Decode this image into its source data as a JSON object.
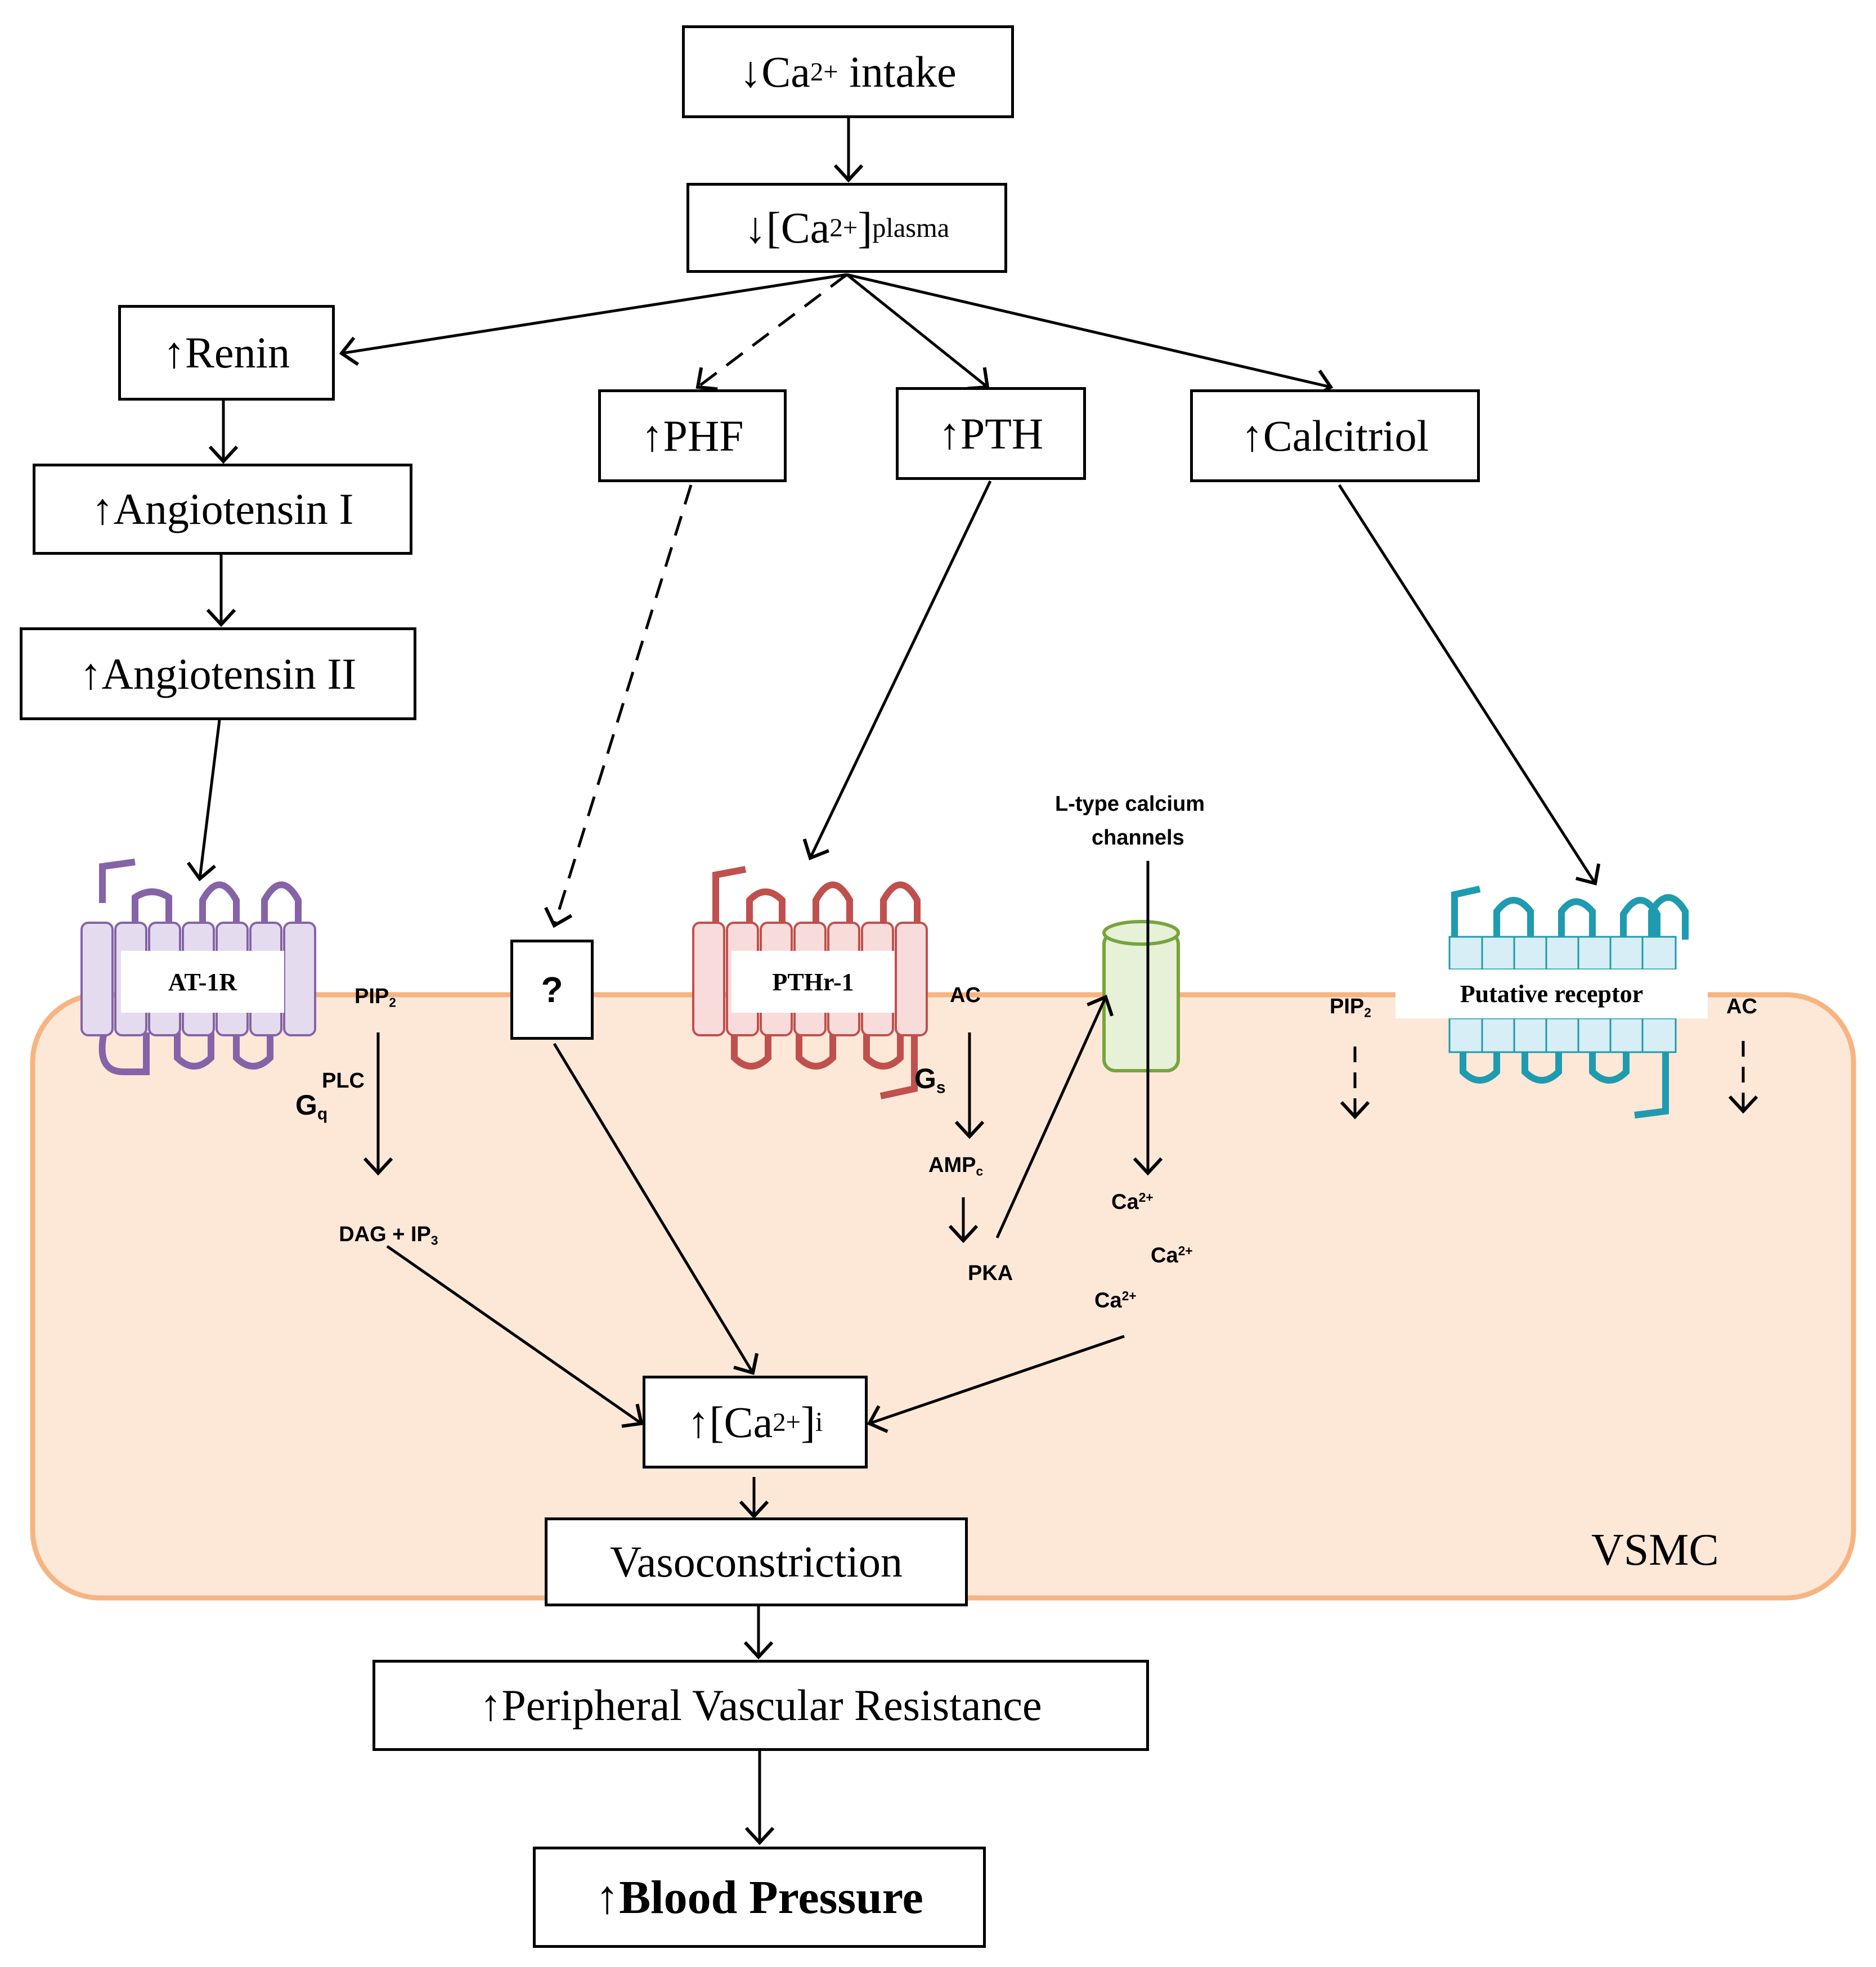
{
  "colors": {
    "cell_fill": "#fde8d8",
    "cell_border": "#f6b482",
    "at1r": "#8663a8",
    "at1r_fill": "#e4dcee",
    "pthr": "#c0504d",
    "pthr_fill": "#f8dcdc",
    "channel": "#77a43b",
    "channel_fill": "#e6f1d7",
    "putative": "#1f9bb0",
    "putative_fill": "#d7eef6"
  },
  "boxes": {
    "ca_intake": {
      "arrow": "↓",
      "text": "Ca",
      "sup": "2+",
      "after": " intake"
    },
    "ca_plasma": {
      "arrow": "↓",
      "text": "[Ca",
      "sup": "2+",
      "after": "]",
      "sub": "plasma"
    },
    "renin": "↑Renin",
    "angiotensin1": "↑Angiotensin I",
    "angiotensin2": "↑Angiotensin II",
    "phf": "↑PHF",
    "pth": "↑PTH",
    "calcitriol": "↑Calcitriol",
    "unknown": "?",
    "ca_i": {
      "arrow": "↑",
      "text": "[Ca",
      "sup": "2+",
      "after": "]",
      "sub": "i"
    },
    "vasoconstriction": "Vasoconstriction",
    "pvr": "↑Peripheral Vascular Resistance",
    "bp": "↑Blood Pressure"
  },
  "receptors": {
    "at1r": "AT-1R",
    "pthr1": "PTHr-1",
    "putative": "Putative receptor",
    "l_type_line1": "L-type calcium",
    "l_type_line2": "channels"
  },
  "labels": {
    "pip_left": {
      "base": "PIP",
      "sub": "2"
    },
    "gq": {
      "base": "G",
      "sub": "q"
    },
    "plc": "PLC",
    "dag": {
      "base": "DAG + IP",
      "sub": "3"
    },
    "ac_mid": "AC",
    "gs": {
      "base": "G",
      "sub": "s"
    },
    "ampc": {
      "base": "AMP",
      "sub": "c"
    },
    "pka": "PKA",
    "ca1": {
      "base": "Ca",
      "sup": "2+"
    },
    "ca2": {
      "base": "Ca",
      "sup": "2+"
    },
    "ca3": {
      "base": "Ca",
      "sup": "2+"
    },
    "pip_right": {
      "base": "PIP",
      "sub": "2"
    },
    "ac_right": "AC",
    "vsmc": "VSMC"
  }
}
